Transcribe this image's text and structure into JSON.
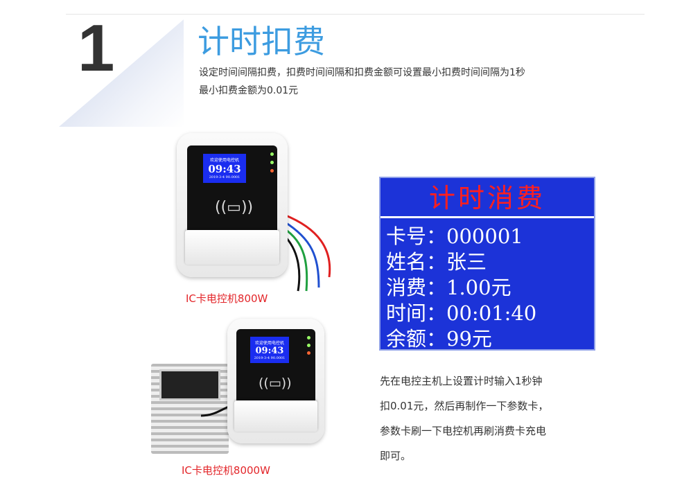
{
  "section_number": "1",
  "title": "计时扣费",
  "subtitle_lines": [
    "设定时间间隔扣费，扣费时间间隔和扣费金额可设置最小扣费时间间隔为1秒",
    "最小扣费金额为0.01元"
  ],
  "device_screen": {
    "welcome": "欢迎使用电控机",
    "time": "09:43",
    "date": "2019-3-4 90.0001"
  },
  "products": [
    {
      "label": "IC卡电控机800W"
    },
    {
      "label": "IC卡电控机8000W"
    }
  ],
  "panel": {
    "header": "计时消费",
    "rows": [
      {
        "label": "卡号：",
        "value": "000001"
      },
      {
        "label": "姓名：",
        "value": "张三"
      },
      {
        "label": "消费：",
        "value": "1.00元"
      },
      {
        "label": "时间：",
        "value": "00:01:40"
      },
      {
        "label": "余额：",
        "value": "99元"
      }
    ]
  },
  "note_lines": [
    "先在电控主机上设置计时输入1秒钟",
    "扣0.01元，然后再制作一下参数卡，",
    "参数卡刷一下电控机再刷消费卡充电",
    "即可。"
  ],
  "colors": {
    "title": "#3d9ce0",
    "panel": "#1c33d8",
    "panel_header_text": "#ff1f1f",
    "label": "#e3262a"
  }
}
